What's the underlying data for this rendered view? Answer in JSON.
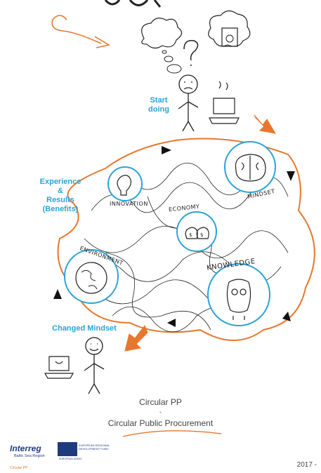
{
  "labels": {
    "start_doing": "Start\ndoing",
    "experience_results": "Experience\n&\nResults\n(Benefits)",
    "changed_mindset": "Changed Mindset"
  },
  "sketch_labels": {
    "innovation": "INNOVATION",
    "economy": "ECONOMY",
    "mindset": "MINDSET",
    "environment": "ENVIRONMENT",
    "knowledge": "KNOWLEDGE"
  },
  "captions": {
    "line1": "Circular PP",
    "dash": "-",
    "line2": "Circular Public Procurement"
  },
  "footer": {
    "logo_text": "Interreg",
    "region": "Baltic Sea Region",
    "fund_text": "EUROPEAN REGIONAL DEVELOPMENT FUND",
    "eu_text": "EUROPEAN UNION",
    "project": "Circular PP",
    "year": "2017 -"
  },
  "colors": {
    "accent_blue": "#2aa3d6",
    "accent_orange": "#e8772e",
    "ink": "#222222"
  }
}
